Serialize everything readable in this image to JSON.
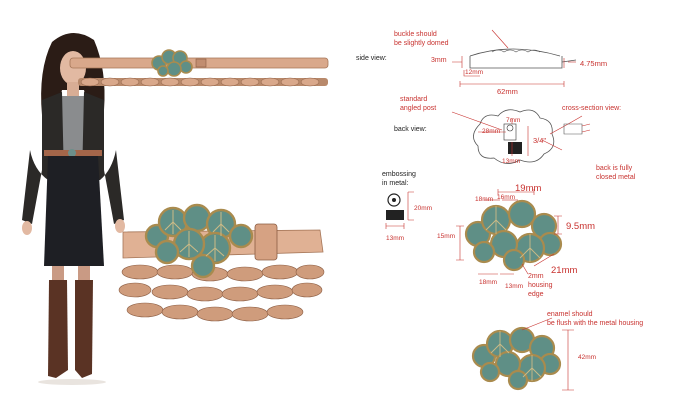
{
  "labels": {
    "side_view": "side view:",
    "back_view": "back view:",
    "embossing": [
      "embossing",
      "in metal:"
    ],
    "buckle_domed": [
      "buckle should",
      "be slightly domed"
    ],
    "standard_post": [
      "standard",
      "angled post"
    ],
    "cross_section": "cross-section view:",
    "back_closed": [
      "back is fully",
      "closed metal"
    ],
    "enamel_flush": [
      "enamel should",
      "be flush with the metal housing"
    ],
    "housing_edge": [
      "2mm",
      "housing",
      "edge"
    ]
  },
  "dimensions": {
    "side_3mm": "3mm",
    "side_12mm": "12mm",
    "side_475": "4.75mm",
    "side_62": "62mm",
    "back_7mm": "7mm",
    "back_28mm": "28mm",
    "back_34": "3/4\"",
    "back_13mm": "13mm",
    "emb_20mm": "20mm",
    "emb_13mm": "13mm",
    "front_19mm": "19mm",
    "front_18mm_a": "18mm",
    "front_16mm": "16mm",
    "front_15mm": "15mm",
    "front_95mm": "9.5mm",
    "front_21mm": "21mm",
    "front_18mm_b": "18mm",
    "front_13mm": "13mm",
    "bottom_42mm": "42mm"
  },
  "colors": {
    "annotation": "#c8322f",
    "leather": "#d9a88b",
    "enamel": "#5f8f86",
    "metal": "#a98b4e"
  }
}
